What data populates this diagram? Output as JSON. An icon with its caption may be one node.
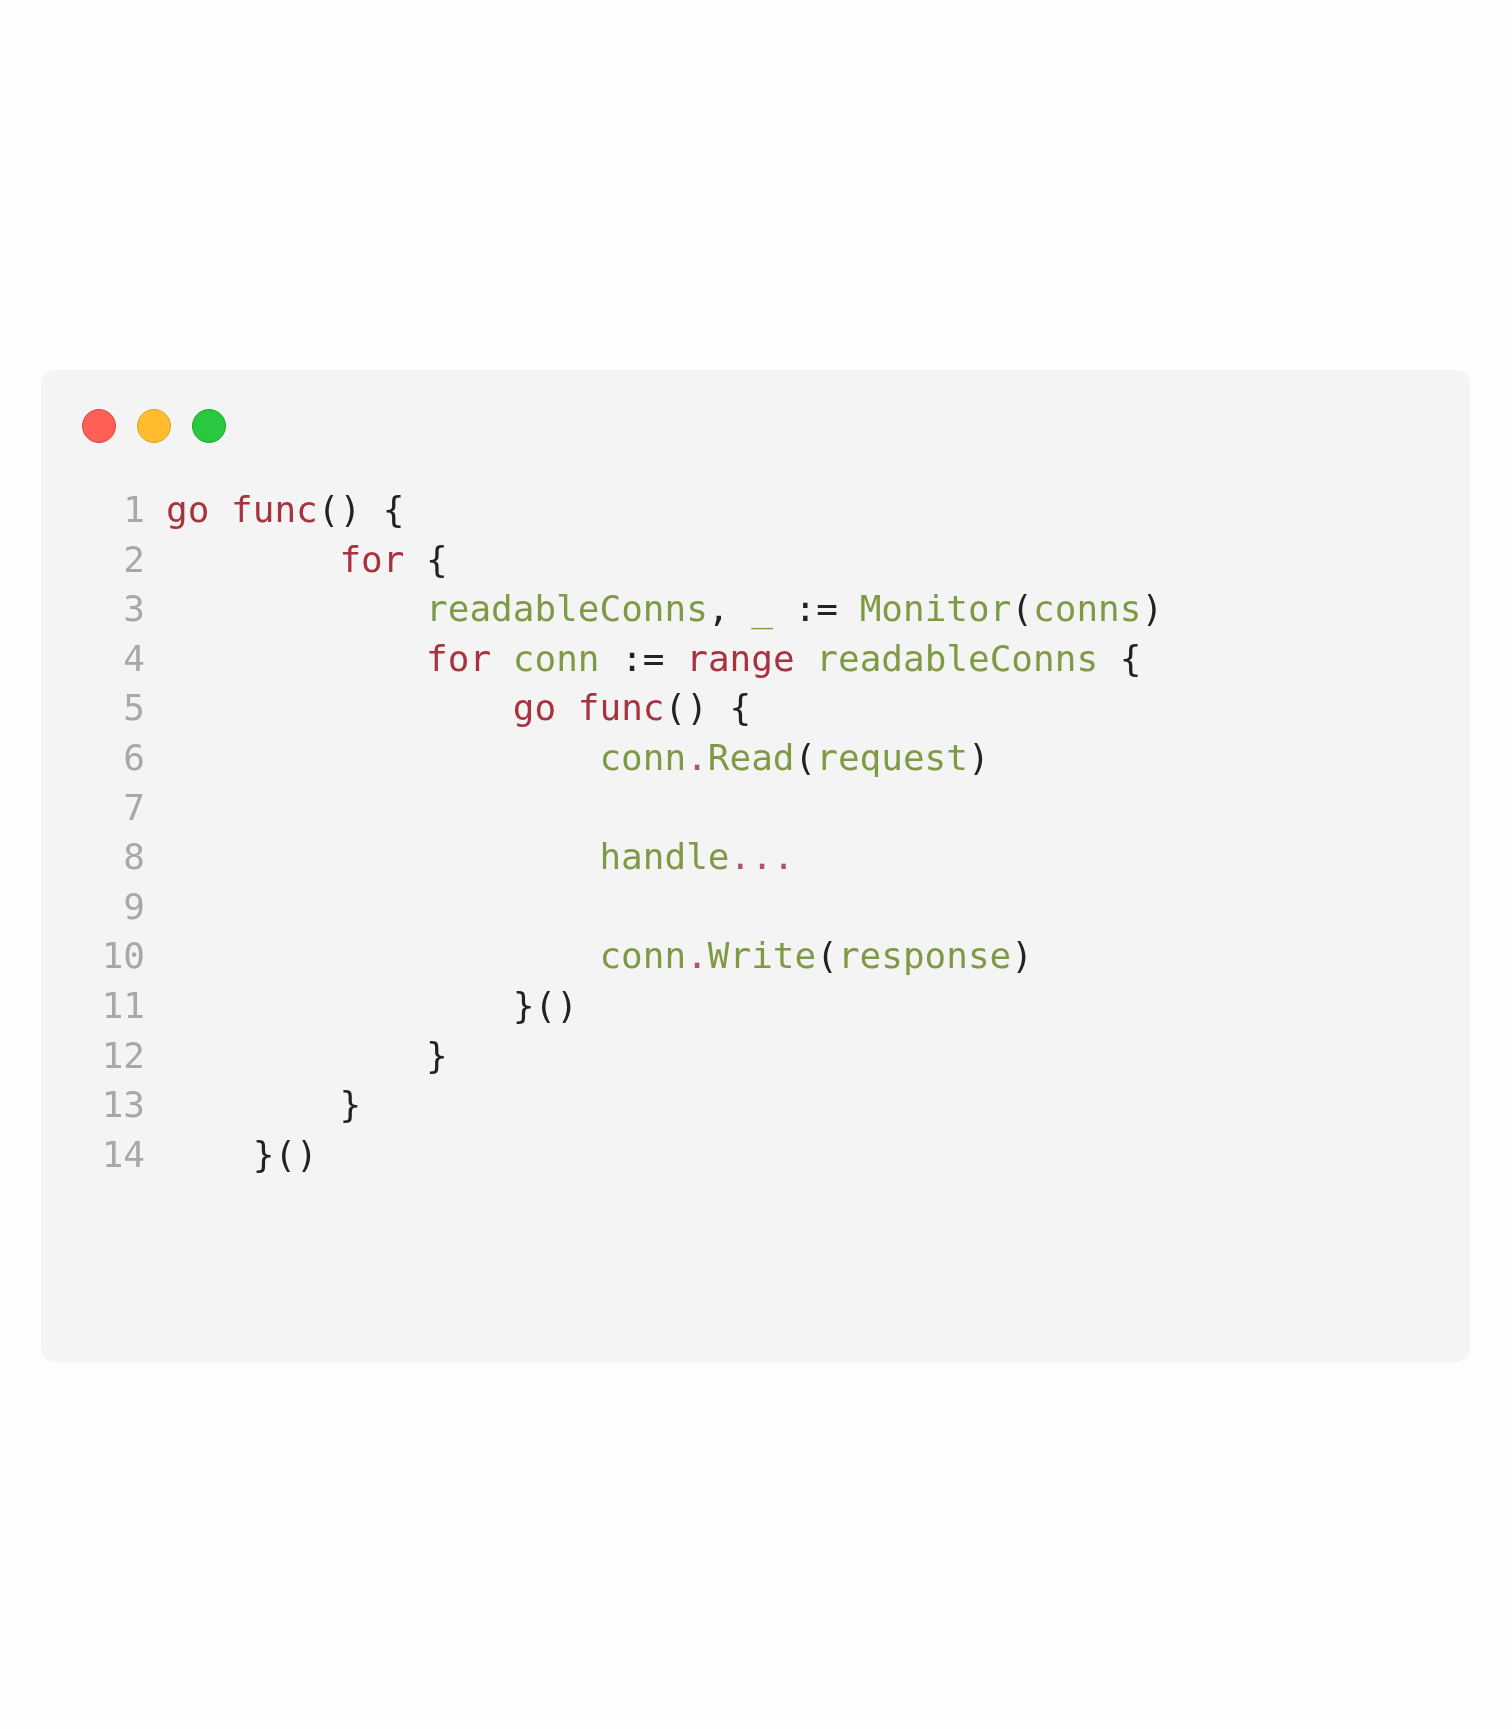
{
  "diagram": {
    "labels": [
      "1",
      "go func() {",
      "2",
      "for {",
      "3",
      "readableConns, _ := Monitor(conns)",
      "4",
      "for conn := range readableConns {",
      "5",
      "go func() {",
      "6",
      "conn.Read(request)",
      "7",
      "8",
      "handle...",
      "9",
      "10",
      "conn.Write(response)",
      "11",
      "}()",
      "12",
      "}",
      "13",
      "}",
      "14",
      "}()"
    ]
  }
}
